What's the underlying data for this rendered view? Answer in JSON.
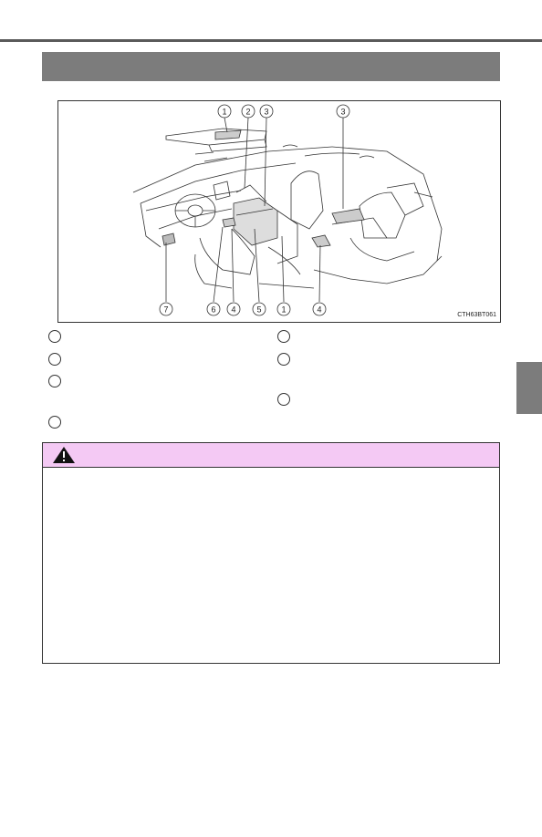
{
  "figure": {
    "code": "CTH63BT061",
    "callouts": {
      "top": [
        "1",
        "2",
        "3",
        "3"
      ],
      "bottom": [
        "7",
        "6",
        "4",
        "5",
        "1",
        "4"
      ]
    }
  },
  "icons": {
    "warning": "warning-triangle-icon"
  },
  "colors": {
    "header_bar": "#7c7c7c",
    "warning_header": "#f4c9f4",
    "side_tab": "#7c7c7c"
  }
}
